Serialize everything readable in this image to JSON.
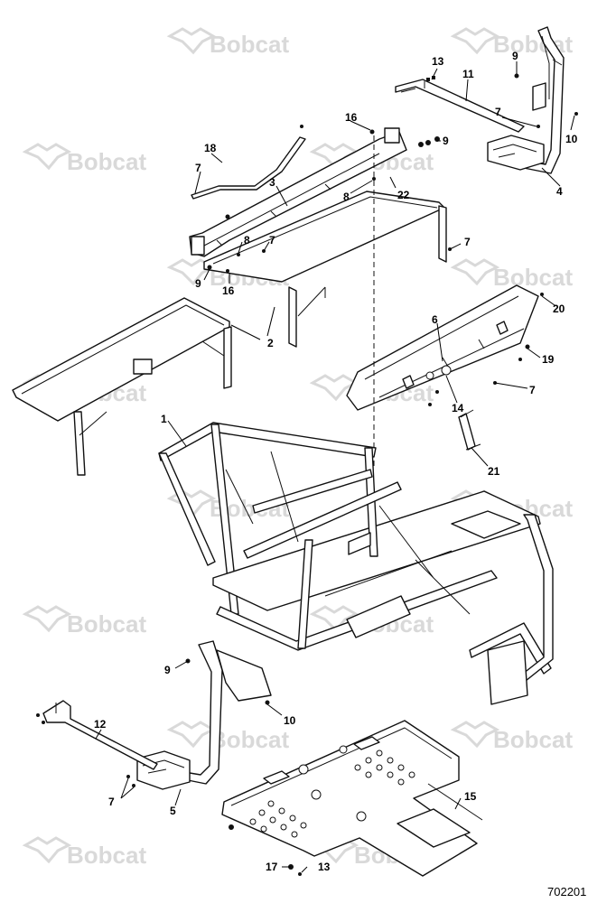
{
  "watermark": {
    "brand": "Bobcat"
  },
  "figure_number": "702201",
  "callouts": [
    {
      "id": "c13a",
      "label": "13"
    },
    {
      "id": "c11",
      "label": "11"
    },
    {
      "id": "c9a",
      "label": "9"
    },
    {
      "id": "c7a",
      "label": "7"
    },
    {
      "id": "c10a",
      "label": "10"
    },
    {
      "id": "c16a",
      "label": "16"
    },
    {
      "id": "c9b",
      "label": "9"
    },
    {
      "id": "c18",
      "label": "18"
    },
    {
      "id": "c7b",
      "label": "7"
    },
    {
      "id": "c3",
      "label": "3"
    },
    {
      "id": "c8a",
      "label": "8"
    },
    {
      "id": "c22",
      "label": "22"
    },
    {
      "id": "c4",
      "label": "4"
    },
    {
      "id": "c8b",
      "label": "8"
    },
    {
      "id": "c7c",
      "label": "7"
    },
    {
      "id": "c7d",
      "label": "7"
    },
    {
      "id": "c9c",
      "label": "9"
    },
    {
      "id": "c16b",
      "label": "16"
    },
    {
      "id": "c20",
      "label": "20"
    },
    {
      "id": "c2a",
      "label": "2"
    },
    {
      "id": "c2b",
      "label": "2"
    },
    {
      "id": "c6",
      "label": "6"
    },
    {
      "id": "c19",
      "label": "19"
    },
    {
      "id": "c7e",
      "label": "7"
    },
    {
      "id": "c14",
      "label": "14"
    },
    {
      "id": "c1",
      "label": "1"
    },
    {
      "id": "c21",
      "label": "21"
    },
    {
      "id": "c9d",
      "label": "9"
    },
    {
      "id": "c10b",
      "label": "10"
    },
    {
      "id": "c12",
      "label": "12"
    },
    {
      "id": "c7f",
      "label": "7"
    },
    {
      "id": "c5",
      "label": "5"
    },
    {
      "id": "c15",
      "label": "15"
    },
    {
      "id": "c17",
      "label": "17"
    },
    {
      "id": "c13b",
      "label": "13"
    }
  ]
}
